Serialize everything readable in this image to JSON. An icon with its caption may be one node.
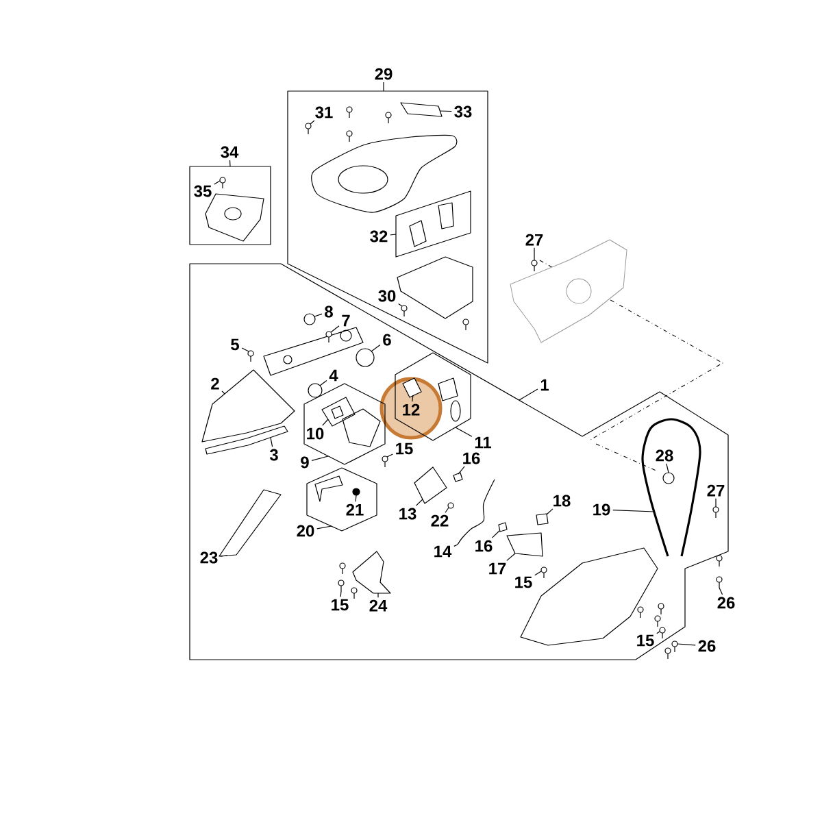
{
  "diagram": {
    "nodes": [
      {
        "text": [
          "29"
        ]
      },
      {
        "text": [],
        "shape": "polygon"
      },
      {
        "text": [
          "31"
        ],
        "in": 1
      },
      {
        "text": [
          "33"
        ],
        "in": 1
      },
      {
        "text": [
          "34"
        ]
      },
      {
        "text": [],
        "shape": "box"
      },
      {
        "text": [
          "35"
        ],
        "in": 5
      },
      {
        "text": [
          "27"
        ]
      },
      {
        "text": [],
        "shape": "polygon",
        "in": 1
      },
      {
        "text": [
          "32"
        ],
        "in": 1
      },
      {
        "text": [
          "30"
        ],
        "in": 1
      },
      {
        "text": [],
        "shape": "polygon"
      },
      {
        "text": [
          "8"
        ],
        "in": 11
      },
      {
        "text": [
          "7"
        ],
        "in": 11
      },
      {
        "text": [
          "5"
        ],
        "in": 11
      },
      {
        "text": [
          "6"
        ],
        "in": 11
      },
      {
        "text": [
          "1"
        ]
      },
      {
        "text": [
          "4"
        ],
        "in": 11
      },
      {
        "text": [
          "2"
        ],
        "in": 11
      },
      {
        "text": [],
        "shape": "hexagon",
        "in": 11
      },
      {
        "text": [
          "12"
        ],
        "in": 19
      },
      {
        "text": [],
        "shape": "hexagon",
        "in": 11
      },
      {
        "text": [],
        "shape": "polygon",
        "in": 21
      },
      {
        "text": [
          "10"
        ],
        "in": 21
      },
      {
        "text": [
          "11"
        ],
        "in": 11
      },
      {
        "text": [
          "3"
        ],
        "in": 11
      },
      {
        "text": [
          "9"
        ],
        "in": 11
      },
      {
        "text": [
          "15"
        ],
        "in": 11
      },
      {
        "text": [
          "16"
        ],
        "in": 11
      },
      {
        "text": [
          "28"
        ],
        "in": 66
      },
      {
        "text": [
          "27"
        ],
        "in": 11
      },
      {
        "text": [
          "18"
        ],
        "in": 11
      },
      {
        "text": [
          "19"
        ],
        "in": 11
      },
      {
        "text": [
          "13"
        ],
        "in": 11
      },
      {
        "text": [
          "22"
        ],
        "in": 11
      },
      {
        "text": [],
        "shape": "hexagon",
        "in": 11
      },
      {
        "text": [
          "20"
        ],
        "in": 11
      },
      {
        "text": [
          "21"
        ],
        "in": 35
      },
      {
        "text": [
          "23"
        ],
        "in": 11
      },
      {
        "text": [
          "14"
        ],
        "in": 11
      },
      {
        "text": [
          "16"
        ],
        "in": 11
      },
      {
        "text": [
          "17"
        ],
        "in": 11
      },
      {
        "text": [
          "15"
        ],
        "in": 11
      },
      {
        "text": [
          "26"
        ]
      },
      {
        "text": [
          "15"
        ],
        "in": 11
      },
      {
        "text": [
          "24"
        ],
        "in": 11
      },
      {
        "text": [
          "15"
        ],
        "in": 11
      },
      {
        "text": [
          "26"
        ]
      },
      {
        "text": [],
        "shape": "picture",
        "in": 1
      },
      {
        "text": [],
        "shape": "picture",
        "in": 1
      },
      {
        "text": [],
        "shape": "picture",
        "in": 5
      },
      {
        "text": [],
        "shape": "picture"
      },
      {
        "text": [],
        "shape": "picture",
        "in": 1
      },
      {
        "text": [],
        "shape": "circle",
        "in": 11
      },
      {
        "text": [],
        "shape": "picture",
        "in": 11
      },
      {
        "text": [],
        "shape": "picture",
        "in": 11
      },
      {
        "text": [],
        "shape": "circle",
        "in": 11
      },
      {
        "text": [],
        "shape": "circle",
        "in": 11
      },
      {
        "text": [],
        "shape": "picture",
        "in": 11
      },
      {
        "text": [],
        "shape": "picture",
        "in": 19
      },
      {
        "text": [],
        "shape": "picture",
        "in": 11
      },
      {
        "text": [],
        "shape": "picture",
        "in": 11
      },
      {
        "text": [],
        "shape": "box",
        "in": 11
      },
      {
        "text": [],
        "shape": "circle",
        "in": 66
      },
      {
        "text": [],
        "shape": "picture",
        "in": 11
      },
      {
        "text": [],
        "shape": "box",
        "in": 11
      },
      {
        "text": [],
        "shape": "picture",
        "in": 11
      },
      {
        "text": [],
        "shape": "picture",
        "in": 11
      },
      {
        "text": [],
        "shape": "circle",
        "in": 11
      },
      {
        "text": [],
        "shape": "circle",
        "in": 35
      },
      {
        "text": [],
        "shape": "picture",
        "in": 11
      },
      {
        "text": [],
        "shape": "picture",
        "in": 11
      },
      {
        "text": [],
        "shape": "box",
        "in": 11
      },
      {
        "text": [],
        "shape": "picture",
        "in": 11
      },
      {
        "text": [],
        "shape": "picture",
        "in": 11
      },
      {
        "text": [],
        "shape": "picture"
      },
      {
        "text": [],
        "shape": "picture",
        "in": 11
      },
      {
        "text": [],
        "shape": "picture",
        "in": 11
      },
      {
        "text": [],
        "shape": "picture",
        "in": 11
      },
      {
        "text": [],
        "shape": "picture"
      }
    ],
    "edges": [
      {
        "from": 0,
        "to": 1,
        "arrow": "none"
      },
      {
        "from": 2,
        "to": 48,
        "arrow": "none"
      },
      {
        "from": 3,
        "to": 49,
        "arrow": "none"
      },
      {
        "from": 4,
        "to": 5,
        "arrow": "none"
      },
      {
        "from": 6,
        "to": 50,
        "arrow": "none"
      },
      {
        "from": 7,
        "to": 51,
        "arrow": "none"
      },
      {
        "from": 9,
        "to": 8,
        "arrow": "none"
      },
      {
        "from": 10,
        "to": 52,
        "arrow": "none"
      },
      {
        "from": 12,
        "to": 53,
        "arrow": "none"
      },
      {
        "from": 13,
        "to": 54,
        "arrow": "none"
      },
      {
        "from": 14,
        "to": 55,
        "arrow": "none"
      },
      {
        "from": 15,
        "to": 56,
        "arrow": "none"
      },
      {
        "from": 16,
        "to": 11,
        "arrow": "none"
      },
      {
        "from": 17,
        "to": 57,
        "arrow": "none"
      },
      {
        "from": 18,
        "to": 58,
        "arrow": "none"
      },
      {
        "from": 20,
        "to": 59,
        "arrow": "none"
      },
      {
        "from": 23,
        "to": 22,
        "arrow": "none"
      },
      {
        "from": 24,
        "to": 19,
        "arrow": "none"
      },
      {
        "from": 25,
        "to": 60,
        "arrow": "none"
      },
      {
        "from": 26,
        "to": 21,
        "arrow": "none"
      },
      {
        "from": 27,
        "to": 61,
        "arrow": "none"
      },
      {
        "from": 28,
        "to": 62,
        "arrow": "none"
      },
      {
        "from": 29,
        "to": 63,
        "arrow": "none"
      },
      {
        "from": 30,
        "to": 64,
        "arrow": "none"
      },
      {
        "from": 31,
        "to": 65,
        "arrow": "none"
      },
      {
        "from": 32,
        "to": 66,
        "arrow": "none"
      },
      {
        "from": 33,
        "to": 67,
        "arrow": "none"
      },
      {
        "from": 34,
        "to": 68,
        "arrow": "none"
      },
      {
        "from": 36,
        "to": 35,
        "arrow": "none"
      },
      {
        "from": 37,
        "to": 69,
        "arrow": "none"
      },
      {
        "from": 38,
        "to": 70,
        "arrow": "none"
      },
      {
        "from": 39,
        "to": 71,
        "arrow": "none"
      },
      {
        "from": 40,
        "to": 72,
        "arrow": "none"
      },
      {
        "from": 41,
        "to": 73,
        "arrow": "none"
      },
      {
        "from": 42,
        "to": 74,
        "arrow": "none"
      },
      {
        "from": 43,
        "to": 75,
        "arrow": "none"
      },
      {
        "from": 44,
        "to": 76,
        "arrow": "none"
      },
      {
        "from": 45,
        "to": 77,
        "arrow": "none"
      },
      {
        "from": 46,
        "to": 78,
        "arrow": "none"
      },
      {
        "from": 47,
        "to": 79,
        "arrow": "none"
      }
    ]
  }
}
